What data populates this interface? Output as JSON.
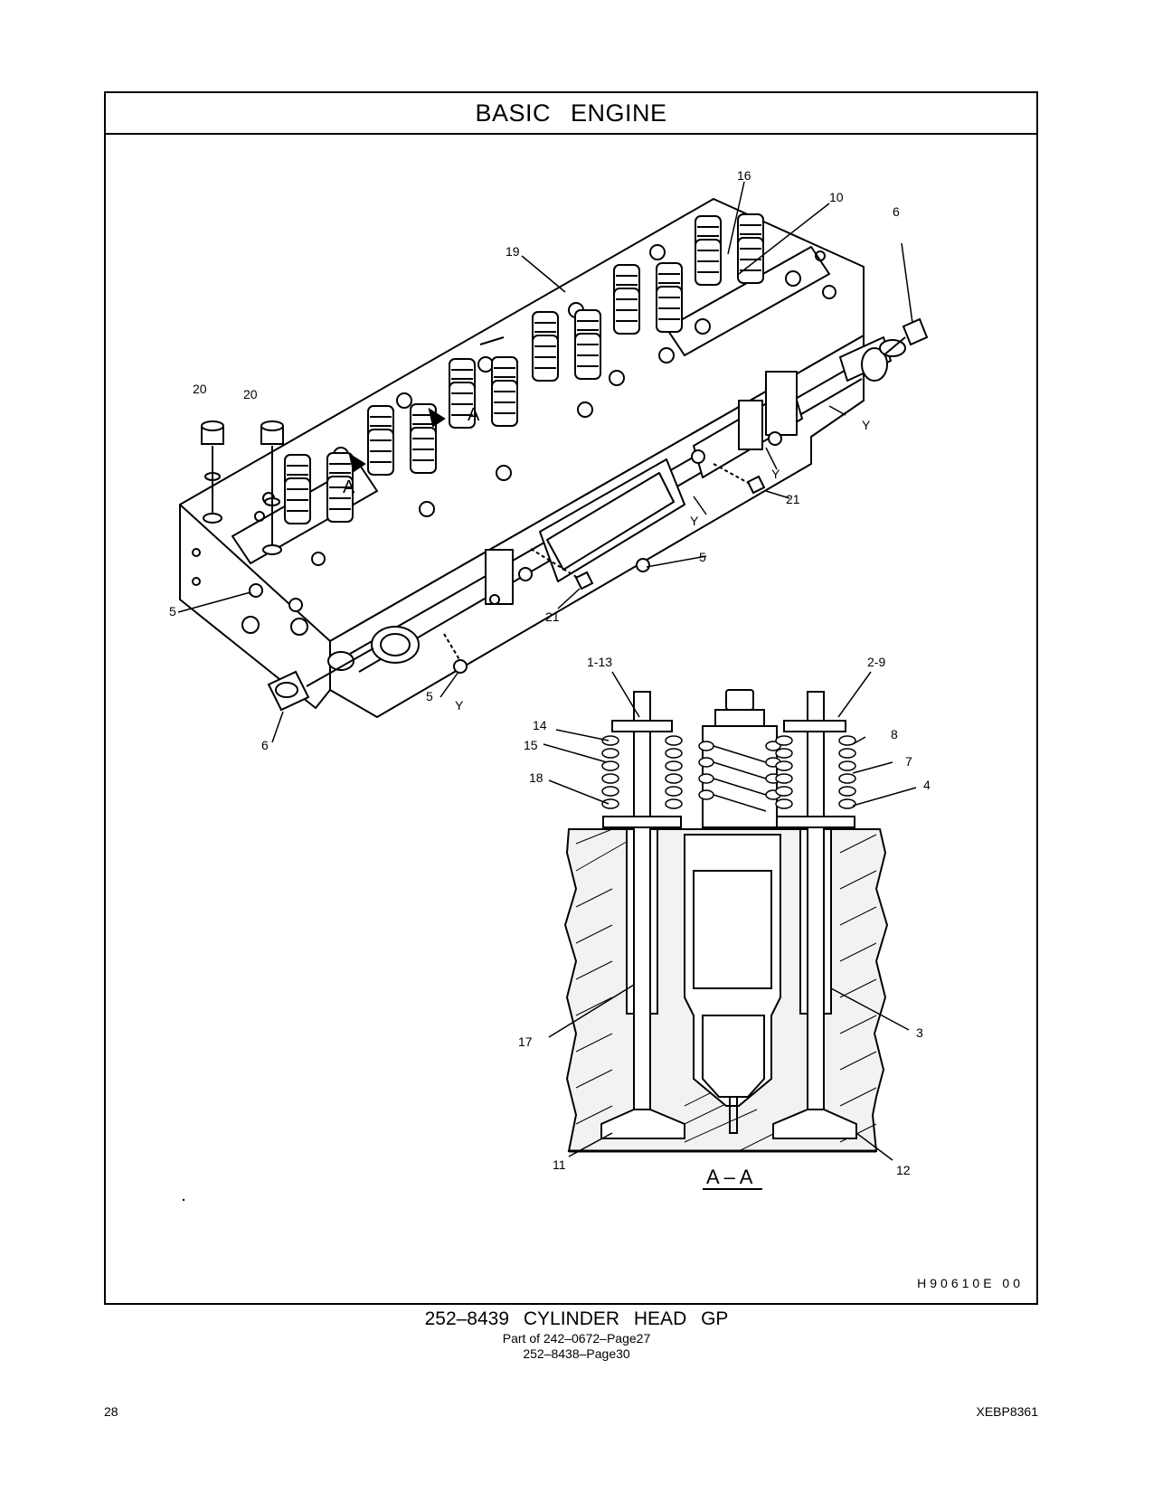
{
  "header": {
    "title": "BASIC   ENGINE"
  },
  "callouts": {
    "c16": "16",
    "c10": "10",
    "c19": "19",
    "c6a": "6",
    "c20a": "20",
    "c20b": "20",
    "cAa": "A",
    "cAb": "A",
    "cY1": "Y",
    "cY2": "Y",
    "cY3": "Y",
    "c21a": "21",
    "c5a": "5",
    "c5b": "5",
    "c21b": "21",
    "c5c": "5",
    "cY4": "Y",
    "c6b": "6",
    "c113": "1-13",
    "c29": "2-9",
    "c14": "14",
    "c15": "15",
    "c18": "18",
    "c8": "8",
    "c7": "7",
    "c4": "4",
    "c17": "17",
    "c3": "3",
    "c11": "11",
    "c12": "12"
  },
  "section_label": "A – A",
  "figure_code": "H90610E  00",
  "caption": {
    "title": "252–8439  CYLINDER  HEAD  GP",
    "line1": "Part of 242–0672–Page27",
    "line2": "252–8438–Page30"
  },
  "footer": {
    "page_number": "28",
    "doc_code": "XEBP8361"
  }
}
